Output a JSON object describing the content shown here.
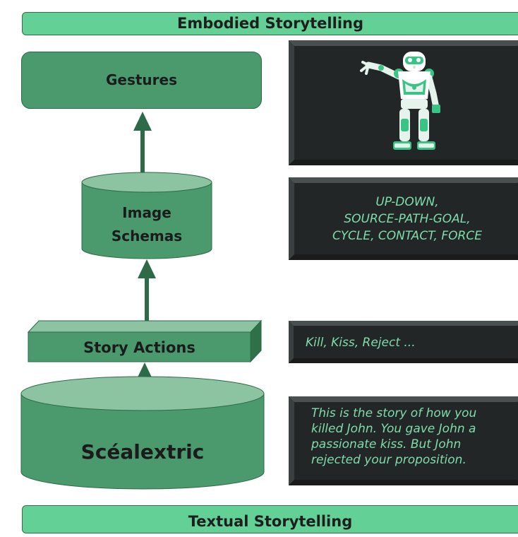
{
  "banners": {
    "top": "Embodied Storytelling",
    "bottom": "Textual Storytelling"
  },
  "nodes": {
    "gestures": "Gestures",
    "image_schemas_line1": "Image",
    "image_schemas_line2": "Schemas",
    "story_actions": "Story Actions",
    "scealextric": "Scéalextric"
  },
  "panels": {
    "robot": {
      "icon": "humanoid-robot-icon"
    },
    "schemas": [
      "UP-DOWN,",
      "SOURCE-PATH-GOAL,",
      "CYCLE, CONTACT, FORCE"
    ],
    "actions": "Kill, Kiss, Reject ...",
    "story": [
      "This is the story of how you",
      "killed John. You gave John a",
      "passionate kiss. But John",
      "rejected your proposition."
    ]
  },
  "colors": {
    "banner_green": "#63d196",
    "node_green": "#4b9a6e",
    "node_green_light": "#8cc3a1",
    "arrow_green": "#2c6a48",
    "panel_dark": "#222626",
    "panel_text": "#7fdcac"
  }
}
